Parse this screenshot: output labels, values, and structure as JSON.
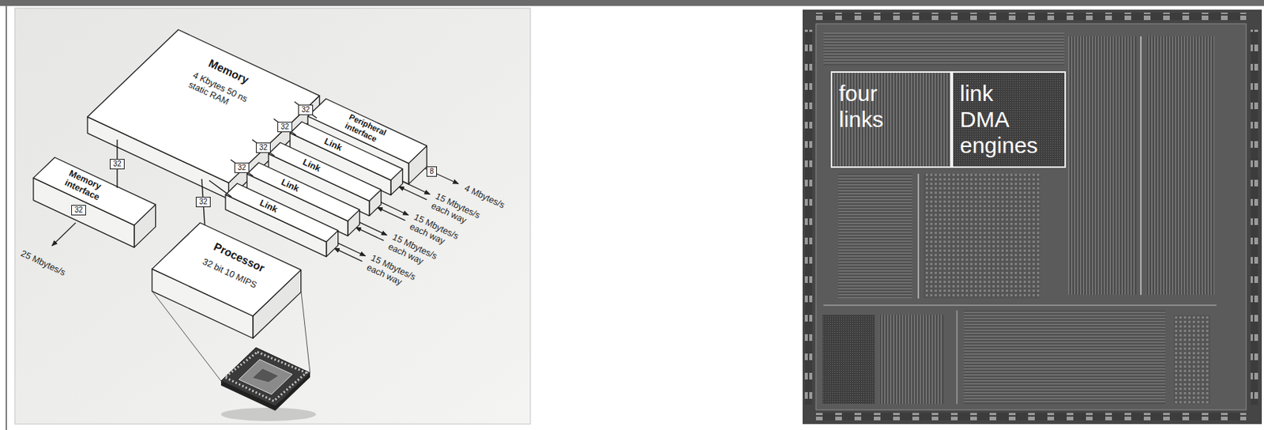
{
  "diagram": {
    "nodes": [
      {
        "text": [
          "Memory",
          "4 Kbytes 50 ns static RAM"
        ]
      },
      {
        "text": [
          "Peripheral interface"
        ]
      },
      {
        "text": [
          "Link"
        ]
      },
      {
        "text": [
          "Link"
        ]
      },
      {
        "text": [
          "Link"
        ]
      },
      {
        "text": [
          "Link"
        ]
      },
      {
        "text": [
          "Memory interface"
        ]
      },
      {
        "text": [
          "Processor",
          "32 bit 10 MIPS"
        ]
      },
      {
        "text": [
          "four links"
        ]
      },
      {
        "text": [
          "link DMA engines"
        ]
      }
    ],
    "edges": [
      {
        "from": 0,
        "to": 1,
        "arrow": "none",
        "label": "32"
      },
      {
        "from": 0,
        "to": 2,
        "arrow": "none",
        "label": "32"
      },
      {
        "from": 0,
        "to": 3,
        "arrow": "none",
        "label": "32"
      },
      {
        "from": 0,
        "to": 4,
        "arrow": "none",
        "label": "32"
      },
      {
        "from": 0,
        "to": 5,
        "arrow": "none"
      },
      {
        "from": 0,
        "to": 6,
        "arrow": "none",
        "label": "32"
      },
      {
        "from": 0,
        "to": 7,
        "arrow": "none",
        "label": "32"
      }
    ],
    "labels": [
      "8",
      "4 Mbytes/s",
      "15 Mbytes/s each way",
      "15 Mbytes/s each way",
      "15 Mbytes/s each way",
      "15 Mbytes/s each way",
      "32",
      "25 Mbytes/s"
    ]
  }
}
